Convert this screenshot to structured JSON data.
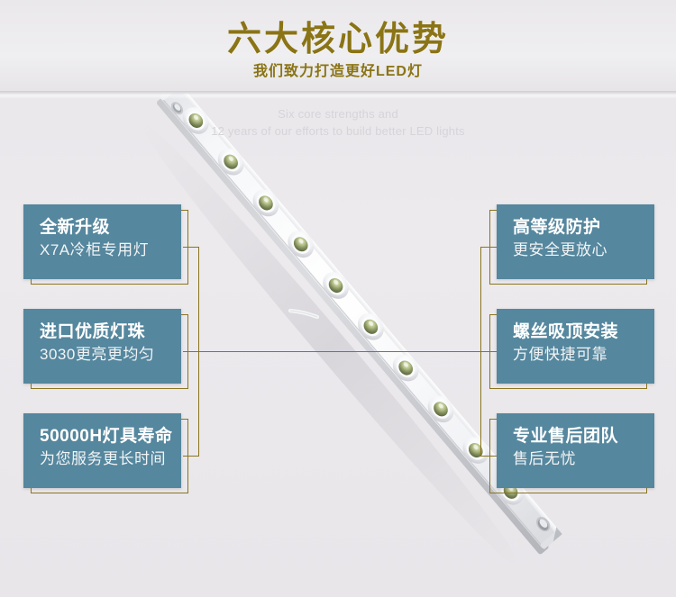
{
  "header": {
    "title_main": "六大核心优势",
    "title_sub": "我们致力打造更好LED灯",
    "english_line1": "Six core strengths and",
    "english_line2": "12 years of our efforts to build better LED lights"
  },
  "colors": {
    "background": "#e9e7ea",
    "gold": "#8a7520",
    "title_gold": "#8a7415",
    "panel_teal": "#55879e",
    "panel_text": "#ffffff",
    "english_gray": "#d6d4d9"
  },
  "features": {
    "left": [
      {
        "title": "全新升级",
        "subtitle": "X7A冷柜专用灯"
      },
      {
        "title": "进口优质灯珠",
        "subtitle": "3030更亮更均匀"
      },
      {
        "title": "50000H灯具寿命",
        "subtitle": "为您服务更长时间"
      }
    ],
    "right": [
      {
        "title": "高等级防护",
        "subtitle": "更安全更放心"
      },
      {
        "title": "螺丝吸顶安装",
        "subtitle": "方便快捷可靠"
      },
      {
        "title": "专业售后团队",
        "subtitle": "售后无忧"
      }
    ]
  },
  "product": {
    "name": "led-light-bar",
    "description": "白色铝制LED硬灯条",
    "led_count": 11
  }
}
